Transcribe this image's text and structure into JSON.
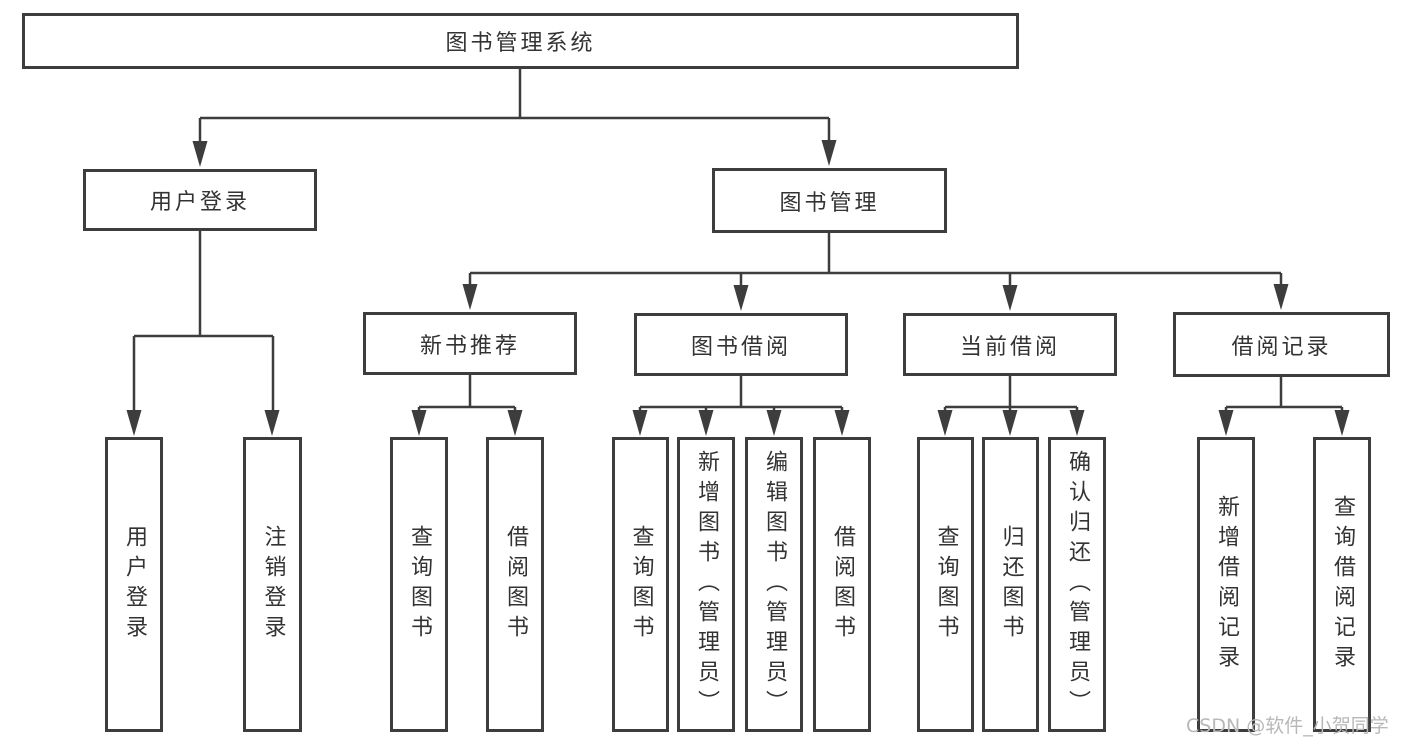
{
  "tree": {
    "label": "图书管理系统",
    "children": [
      {
        "label": "用户登录",
        "children": [
          {
            "label": "用户登录"
          },
          {
            "label": "注销登录"
          }
        ]
      },
      {
        "label": "图书管理",
        "children": [
          {
            "label": "新书推荐",
            "children": [
              {
                "label": "查询图书"
              },
              {
                "label": "借阅图书"
              }
            ]
          },
          {
            "label": "图书借阅",
            "children": [
              {
                "label": "查询图书"
              },
              {
                "label": "新增图书（管理员）"
              },
              {
                "label": "编辑图书（管理员）"
              },
              {
                "label": "借阅图书"
              }
            ]
          },
          {
            "label": "当前借阅",
            "children": [
              {
                "label": "查询图书"
              },
              {
                "label": "归还图书"
              },
              {
                "label": "确认归还（管理员）"
              }
            ]
          },
          {
            "label": "借阅记录",
            "children": [
              {
                "label": "新增借阅记录"
              },
              {
                "label": "查询借阅记录"
              }
            ]
          }
        ]
      }
    ]
  },
  "watermark": {
    "text": "CSDN @软件_小贺同学"
  },
  "colors": {
    "line": "#3d3d3d",
    "box_border": "#3d3d3d",
    "text": "#333333",
    "watermark": "#b8b8b8",
    "background": "#ffffff"
  }
}
